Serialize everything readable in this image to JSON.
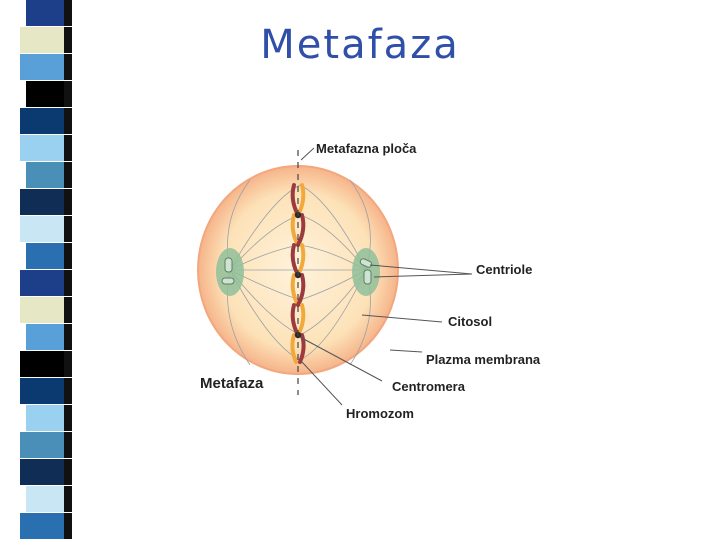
{
  "slide": {
    "title": "Metafaza"
  },
  "diagram": {
    "labels": {
      "metaphase_plate": "Metafazna ploča",
      "centrioles": "Centriole",
      "cytosol": "Citosol",
      "plasma_membrane": "Plazma membrana",
      "phase_name": "Metafaza",
      "centromere": "Centromera",
      "chromosome": "Hromozom"
    },
    "colors": {
      "title": "#2f4fa8",
      "cell_fill": "#fde2b8",
      "cell_edge": "#f6b48a",
      "centrosome": "#8fbf9a",
      "chromatid_dark": "#9c3a3f",
      "chromatid_light": "#f2a93b",
      "spindle": "#9aa0a6"
    }
  },
  "strip": {
    "colors": [
      "#1d3f8a",
      "#e6e7c4",
      "#5aa0d8",
      "#000000",
      "#0a3a70",
      "#9ad0f0",
      "#4a8fb8",
      "#0f2d55",
      "#c9e6f5",
      "#2a6fb0"
    ]
  }
}
